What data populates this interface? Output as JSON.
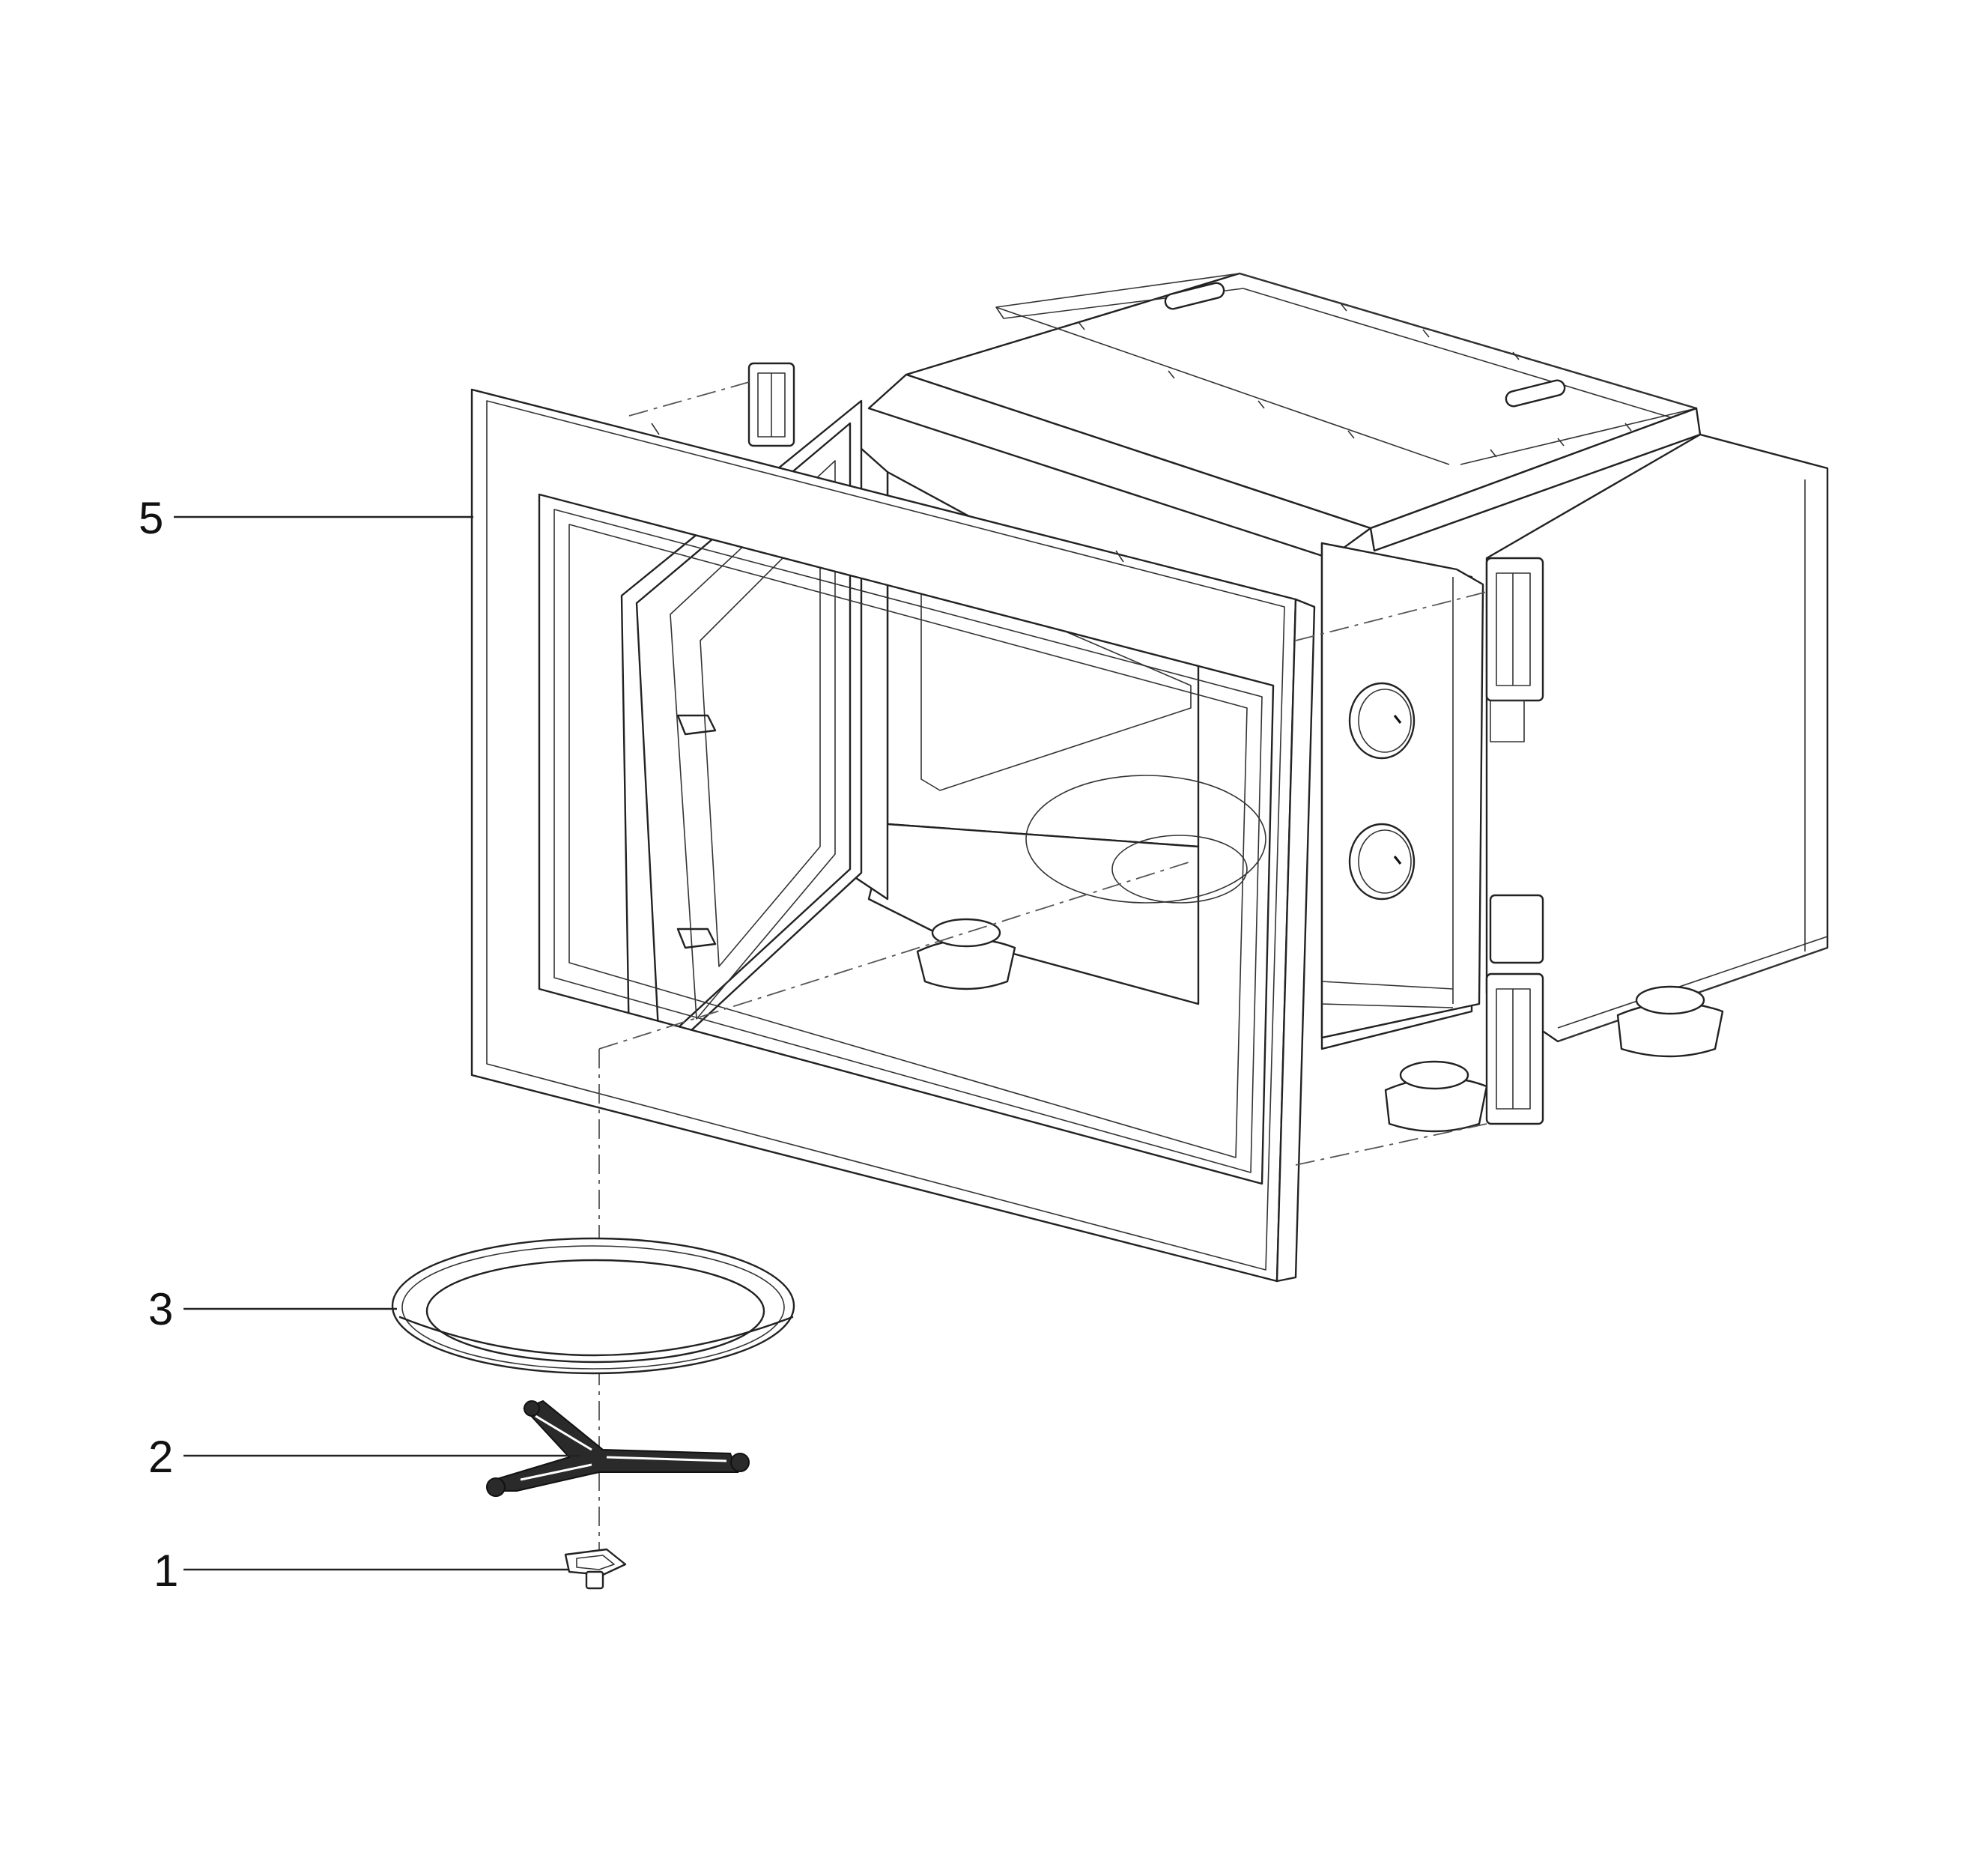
{
  "callouts": [
    {
      "id": "callout-5",
      "number": "5"
    },
    {
      "id": "callout-3",
      "number": "3"
    },
    {
      "id": "callout-2",
      "number": "2"
    },
    {
      "id": "callout-1",
      "number": "1"
    }
  ],
  "parts": [
    {
      "number": "5",
      "icon": "trim-frame-icon"
    },
    {
      "number": "3",
      "icon": "turntable-ring-icon"
    },
    {
      "number": "2",
      "icon": "roller-support-icon"
    },
    {
      "number": "1",
      "icon": "turntable-coupler-icon"
    }
  ]
}
